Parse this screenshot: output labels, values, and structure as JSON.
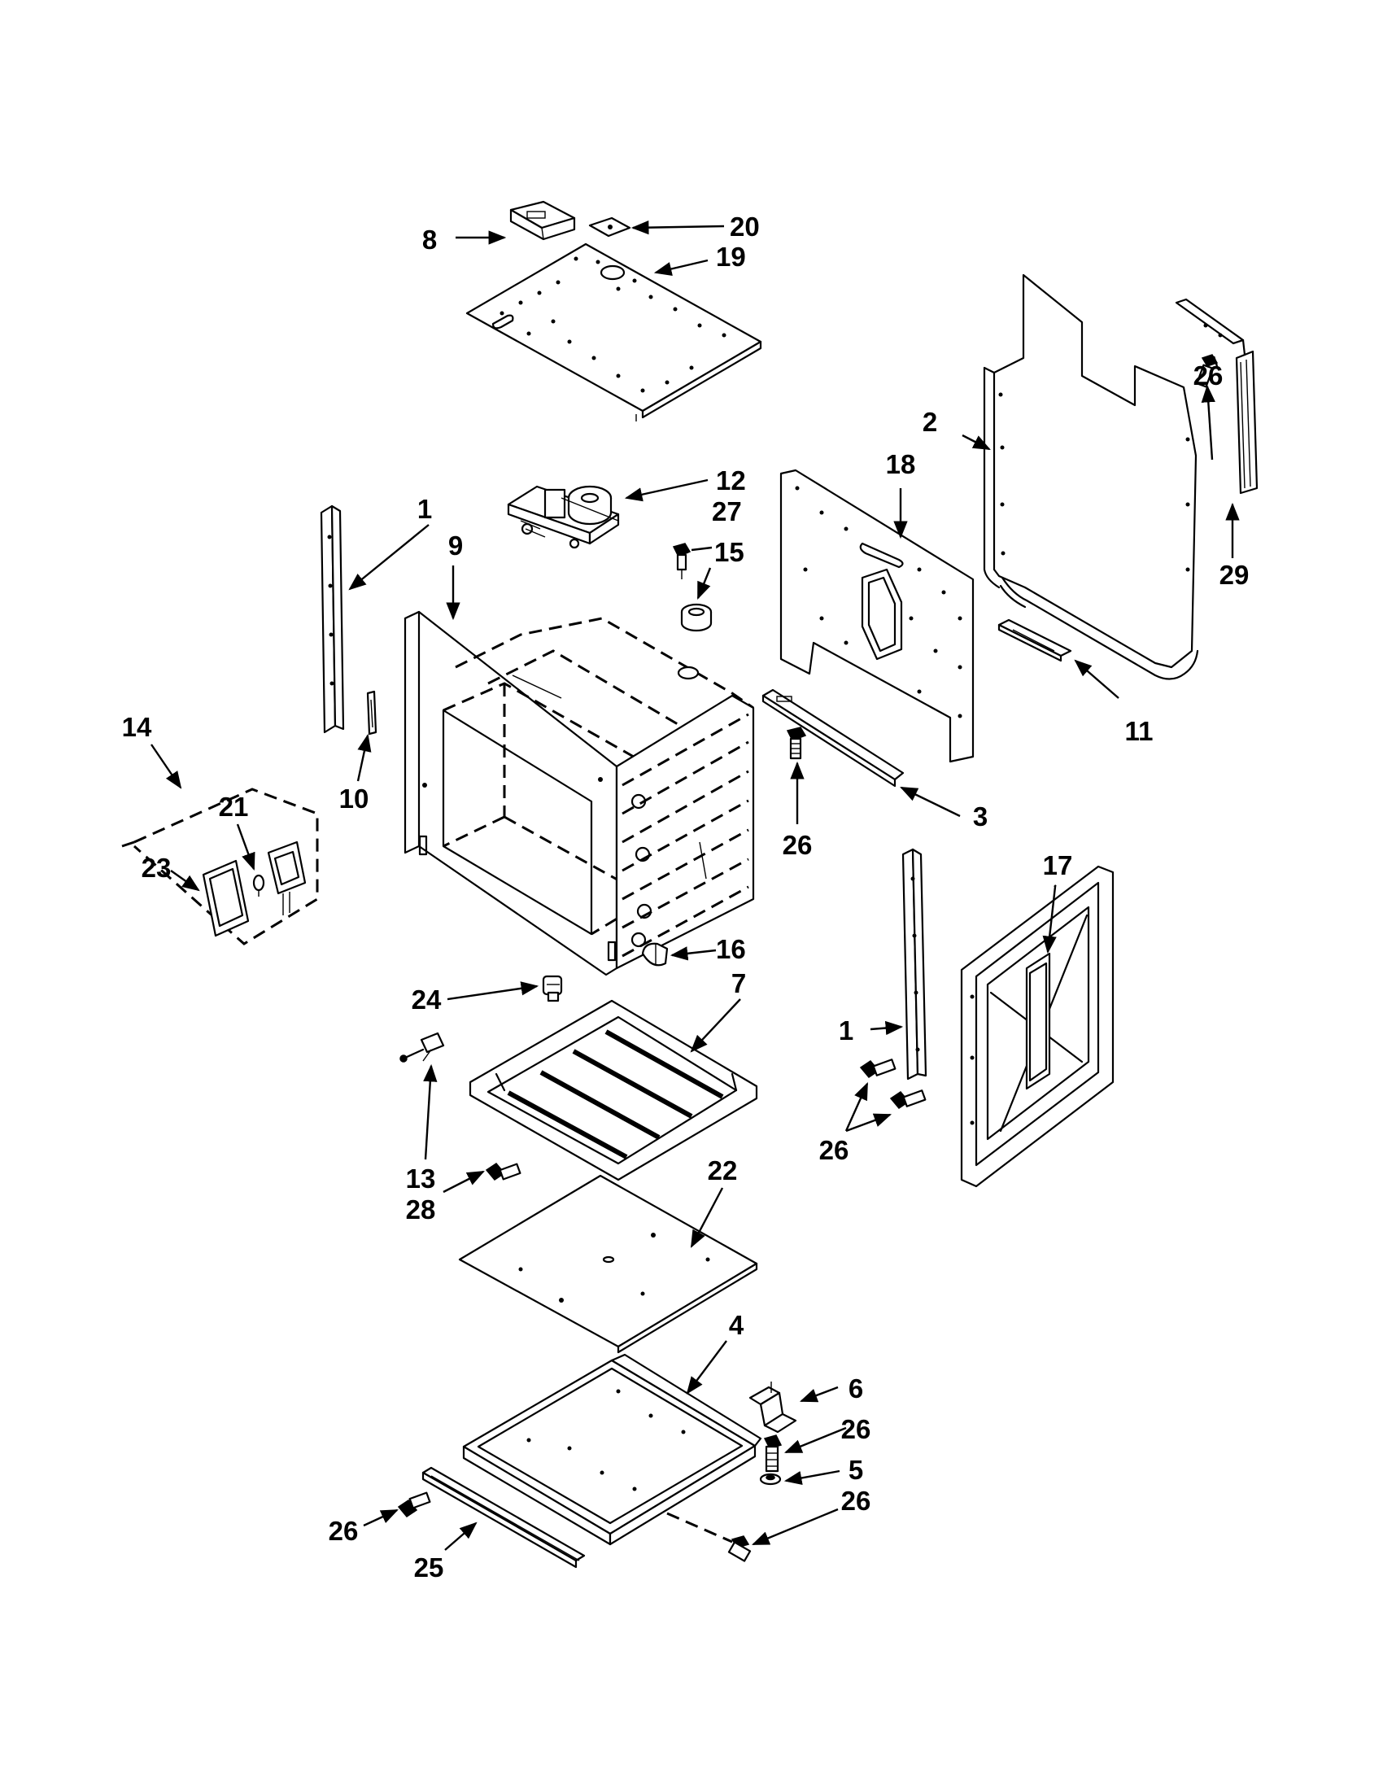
{
  "callouts": [
    {
      "id": "c8",
      "text": "8"
    },
    {
      "id": "c20",
      "text": "20"
    },
    {
      "id": "c19",
      "text": "19"
    },
    {
      "id": "c26a",
      "text": "26"
    },
    {
      "id": "c2",
      "text": "2"
    },
    {
      "id": "c18",
      "text": "18"
    },
    {
      "id": "c12",
      "text": "12"
    },
    {
      "id": "c27",
      "text": "27"
    },
    {
      "id": "c15",
      "text": "15"
    },
    {
      "id": "c1a",
      "text": "1"
    },
    {
      "id": "c9",
      "text": "9"
    },
    {
      "id": "c29",
      "text": "29"
    },
    {
      "id": "c11",
      "text": "11"
    },
    {
      "id": "c14",
      "text": "14"
    },
    {
      "id": "c21",
      "text": "21"
    },
    {
      "id": "c23",
      "text": "23"
    },
    {
      "id": "c10",
      "text": "10"
    },
    {
      "id": "c3",
      "text": "3"
    },
    {
      "id": "c26b",
      "text": "26"
    },
    {
      "id": "c17",
      "text": "17"
    },
    {
      "id": "c16",
      "text": "16"
    },
    {
      "id": "c24",
      "text": "24"
    },
    {
      "id": "c7",
      "text": "7"
    },
    {
      "id": "c1b",
      "text": "1"
    },
    {
      "id": "c26c",
      "text": "26"
    },
    {
      "id": "c13",
      "text": "13"
    },
    {
      "id": "c28",
      "text": "28"
    },
    {
      "id": "c22",
      "text": "22"
    },
    {
      "id": "c4",
      "text": "4"
    },
    {
      "id": "c6",
      "text": "6"
    },
    {
      "id": "c26d",
      "text": "26"
    },
    {
      "id": "c5",
      "text": "5"
    },
    {
      "id": "c26e",
      "text": "26"
    },
    {
      "id": "c26f",
      "text": "26"
    },
    {
      "id": "c25",
      "text": "25"
    }
  ]
}
